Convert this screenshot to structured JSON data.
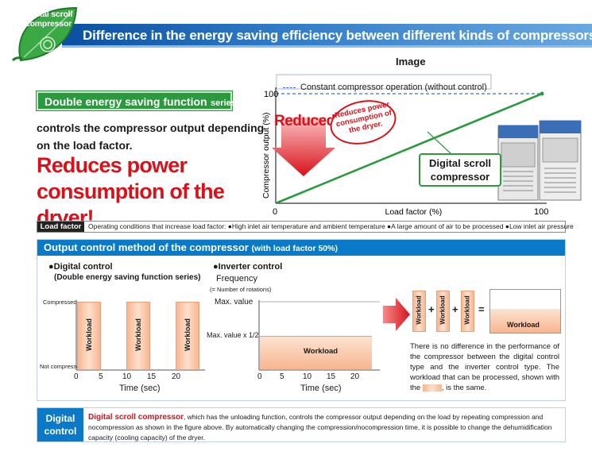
{
  "header": {
    "badge": "Digital scroll compressor",
    "title": "Difference in the energy saving efficiency between different kinds of compressors"
  },
  "intro": {
    "series_badge_main": "Double energy saving function",
    "series_badge_suffix": "series",
    "controls_text": "controls the compressor output depending on the load factor.",
    "reduces_title": "Reduces power consumption of the dryer!"
  },
  "image_label": "Image",
  "chart_data": {
    "type": "line",
    "legend": "Constant compressor operation (without control)",
    "xlabel": "Load factor (%)",
    "ylabel": "Compressor output (%)",
    "xlim": [
      0,
      100
    ],
    "ylim": [
      0,
      100
    ],
    "x_ticks": [
      "0",
      "100"
    ],
    "y_ticks": [
      "0",
      "100"
    ],
    "series": [
      {
        "name": "Constant compressor operation (without control)",
        "x": [
          0,
          100
        ],
        "y": [
          100,
          100
        ],
        "style": "dashed",
        "color": "#3a6fd0"
      },
      {
        "x": [
          0,
          100
        ],
        "y": [
          0,
          100
        ],
        "style": "solid",
        "color": "#2b9a3e"
      }
    ],
    "annotations": {
      "reduced": "Reduced",
      "bubble": "Reduces power consumption of the dryer.",
      "callout": "Digital scroll compressor"
    }
  },
  "load_factor": {
    "label": "Load factor",
    "text": "Operating conditions that increase load factor: ●High inlet air temperature and ambient temperature ●A large amount of air to be processed ●Low inlet air pressure"
  },
  "output_control": {
    "title": "Output control method of the compressor",
    "title_suffix": "(with load factor 50%)",
    "digital": {
      "heading": "●Digital control",
      "subheading": "(Double energy saving function series)",
      "compressed": "Compressed",
      "not_compressed": "Not compressed",
      "workload": "Workload",
      "x_ticks": [
        "0",
        "5",
        "10",
        "15",
        "20"
      ],
      "xlabel": "Time (sec)"
    },
    "inverter": {
      "heading": "●Inverter control",
      "ylabel": "Frequency",
      "ylabel_note": "(= Number of rotations)",
      "max_value": "Max. value",
      "half_value": "Max. value x 1/2",
      "workload": "Workload",
      "x_ticks": [
        "0",
        "5",
        "10",
        "15",
        "20"
      ],
      "xlabel": "Time (sec)"
    },
    "equation": {
      "workload": "Workload",
      "plus": "+",
      "equals": "=",
      "note_before": "There is no difference in the performance of the compressor between the digital control type and the inverter control type. The workload that can be processed, shown with the",
      "note_after": ", is the same."
    }
  },
  "footer": {
    "label": "Digital control",
    "highlight": "Digital scroll compressor",
    "text": ", which has the unloading function, controls the compressor output depending on the load by repeating compression and nocompression as shown in the figure above. By automatically changing the compression/nocompression time, it is possible to change the dehumidification capacity (cooling capacity) of the dryer."
  },
  "colors": {
    "brand_blue": "#0a7ac8",
    "header_blue": "#0a4fa0",
    "green": "#2b9a3e",
    "red": "#d8121b",
    "workload_orange": "#f7b691"
  }
}
